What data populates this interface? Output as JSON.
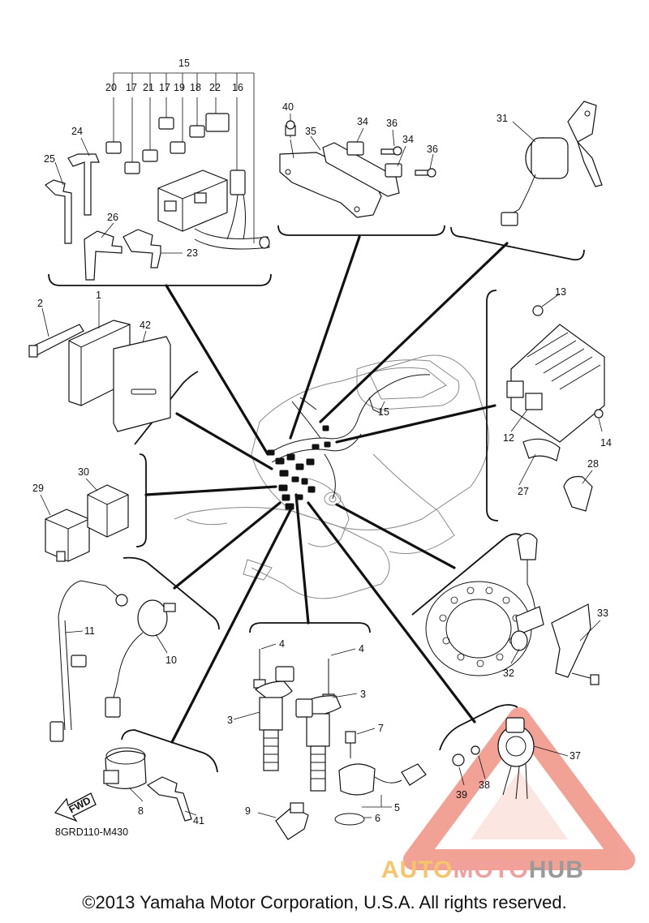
{
  "diagram": {
    "drawing_code": "8GRD110-M430",
    "fwd_label": "FWD",
    "group_label": "15",
    "part_labels": [
      {
        "id": "p15top",
        "text": "15"
      },
      {
        "id": "p20",
        "text": "20"
      },
      {
        "id": "p17a",
        "text": "17"
      },
      {
        "id": "p21",
        "text": "21"
      },
      {
        "id": "p17b",
        "text": "17"
      },
      {
        "id": "p19",
        "text": "19"
      },
      {
        "id": "p18",
        "text": "18"
      },
      {
        "id": "p22",
        "text": "22"
      },
      {
        "id": "p16",
        "text": "16"
      },
      {
        "id": "p24",
        "text": "24"
      },
      {
        "id": "p25",
        "text": "25"
      },
      {
        "id": "p26",
        "text": "26"
      },
      {
        "id": "p23",
        "text": "23"
      },
      {
        "id": "p40",
        "text": "40"
      },
      {
        "id": "p35",
        "text": "35"
      },
      {
        "id": "p34a",
        "text": "34"
      },
      {
        "id": "p36a",
        "text": "36"
      },
      {
        "id": "p34b",
        "text": "34"
      },
      {
        "id": "p36b",
        "text": "36"
      },
      {
        "id": "p31",
        "text": "31"
      },
      {
        "id": "p2",
        "text": "2"
      },
      {
        "id": "p1",
        "text": "1"
      },
      {
        "id": "p42",
        "text": "42"
      },
      {
        "id": "p15mid",
        "text": "15"
      },
      {
        "id": "p13",
        "text": "13"
      },
      {
        "id": "p12",
        "text": "12"
      },
      {
        "id": "p14",
        "text": "14"
      },
      {
        "id": "p27",
        "text": "27"
      },
      {
        "id": "p28",
        "text": "28"
      },
      {
        "id": "p29",
        "text": "29"
      },
      {
        "id": "p30",
        "text": "30"
      },
      {
        "id": "p11",
        "text": "11"
      },
      {
        "id": "p10",
        "text": "10"
      },
      {
        "id": "p4a",
        "text": "4"
      },
      {
        "id": "p4b",
        "text": "4"
      },
      {
        "id": "p3a",
        "text": "3"
      },
      {
        "id": "p3b",
        "text": "3"
      },
      {
        "id": "p7",
        "text": "7"
      },
      {
        "id": "p5",
        "text": "5"
      },
      {
        "id": "p6",
        "text": "6"
      },
      {
        "id": "p9",
        "text": "9"
      },
      {
        "id": "p33",
        "text": "33"
      },
      {
        "id": "p32",
        "text": "32"
      },
      {
        "id": "p37",
        "text": "37"
      },
      {
        "id": "p38",
        "text": "38"
      },
      {
        "id": "p39",
        "text": "39"
      },
      {
        "id": "p8",
        "text": "8"
      },
      {
        "id": "p41",
        "text": "41"
      }
    ]
  },
  "copyright": "©2013 Yamaha Motor Corporation, U.S.A. All rights reserved.",
  "watermark": {
    "part1": "AUTO",
    "part2": "MOTO",
    "part3": "HUB",
    "colors": {
      "part1": "#f6c56b",
      "part2": "#f0a0a0",
      "part3": "#9a9a9a",
      "triangle": "#e8553f"
    }
  }
}
